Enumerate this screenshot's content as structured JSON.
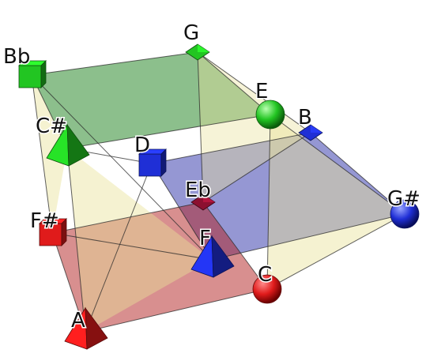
{
  "diagram": {
    "nodes": [
      {
        "id": "Bb",
        "label": "Bb",
        "color": "#22c522",
        "shape": "cube"
      },
      {
        "id": "G",
        "label": "G",
        "color": "#22c522",
        "shape": "diamond"
      },
      {
        "id": "E",
        "label": "E",
        "color": "#22c522",
        "shape": "sphere"
      },
      {
        "id": "B",
        "label": "B",
        "color": "#1f2fd6",
        "shape": "diamond"
      },
      {
        "id": "Csharp",
        "label": "C#",
        "color": "#22c522",
        "shape": "pyramid"
      },
      {
        "id": "D",
        "label": "D",
        "color": "#1f2fd6",
        "shape": "cube"
      },
      {
        "id": "Eb",
        "label": "Eb",
        "color": "#8c1030",
        "shape": "diamond"
      },
      {
        "id": "Gsharp",
        "label": "G#",
        "color": "#1f2fd6",
        "shape": "sphere"
      },
      {
        "id": "Fsharp",
        "label": "F#",
        "color": "#e01b1b",
        "shape": "cube"
      },
      {
        "id": "F",
        "label": "F",
        "color": "#1f2fd6",
        "shape": "pyramid"
      },
      {
        "id": "C",
        "label": "C",
        "color": "#e01b1b",
        "shape": "sphere"
      },
      {
        "id": "A",
        "label": "A",
        "color": "#e01b1b",
        "shape": "pyramid"
      }
    ],
    "faces": [
      {
        "name": "green-plane",
        "nodes": [
          "Bb",
          "G",
          "E",
          "Csharp"
        ],
        "color": "#2e8b2e",
        "opacity": 0.55
      },
      {
        "name": "blue-plane",
        "nodes": [
          "D",
          "B",
          "Gsharp",
          "F"
        ],
        "color": "#2b2fa8",
        "opacity": 0.5
      },
      {
        "name": "red-plane",
        "nodes": [
          "Fsharp",
          "Eb",
          "C",
          "A"
        ],
        "color": "#b22020",
        "opacity": 0.5
      },
      {
        "name": "yellow-front",
        "nodes": [
          "Csharp",
          "F",
          "A"
        ],
        "color": "#e9e29a",
        "opacity": 0.45
      },
      {
        "name": "yellow-right",
        "nodes": [
          "E",
          "Gsharp",
          "C"
        ],
        "color": "#e9e29a",
        "opacity": 0.45
      },
      {
        "name": "yellow-left",
        "nodes": [
          "Bb",
          "Csharp",
          "Fsharp"
        ],
        "color": "#e9e29a",
        "opacity": 0.45
      },
      {
        "name": "yellow-back",
        "nodes": [
          "G",
          "B",
          "Eb"
        ],
        "color": "#e9e29a",
        "opacity": 0.4
      }
    ],
    "edges": [
      [
        "Bb",
        "G"
      ],
      [
        "G",
        "E"
      ],
      [
        "E",
        "Csharp"
      ],
      [
        "Csharp",
        "Bb"
      ],
      [
        "D",
        "B"
      ],
      [
        "B",
        "Gsharp"
      ],
      [
        "Gsharp",
        "F"
      ],
      [
        "F",
        "D"
      ],
      [
        "Fsharp",
        "Eb"
      ],
      [
        "Eb",
        "C"
      ],
      [
        "C",
        "A"
      ],
      [
        "A",
        "Fsharp"
      ],
      [
        "Bb",
        "Fsharp"
      ],
      [
        "Csharp",
        "A"
      ],
      [
        "G",
        "Eb"
      ],
      [
        "E",
        "C"
      ],
      [
        "Bb",
        "F"
      ],
      [
        "Csharp",
        "D"
      ],
      [
        "E",
        "Gsharp"
      ],
      [
        "G",
        "B"
      ],
      [
        "Fsharp",
        "F"
      ],
      [
        "A",
        "D"
      ],
      [
        "C",
        "Gsharp"
      ],
      [
        "Eb",
        "B"
      ]
    ]
  }
}
